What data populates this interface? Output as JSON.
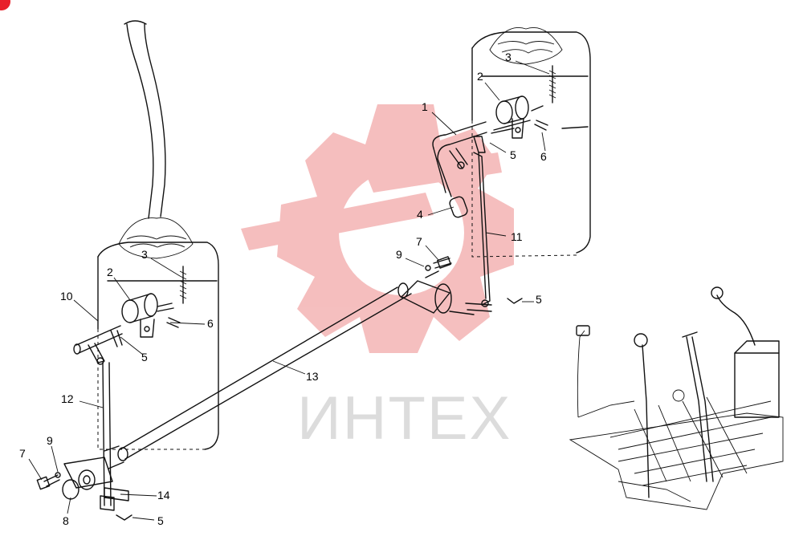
{
  "watermark": {
    "text": "ИНТЕХ",
    "gear_color": "#f4b8b8",
    "text_color": "#dcdcdc"
  },
  "corner_badge_color": "#e8202a",
  "callouts": [
    "1",
    "2",
    "3",
    "4",
    "5",
    "6",
    "7",
    "8",
    "9",
    "10",
    "11",
    "12",
    "13",
    "14"
  ],
  "labels": {
    "right_assembly": {
      "p1": "1",
      "p2": "2",
      "p3": "3",
      "p4": "4",
      "p5a": "5",
      "p6": "6",
      "p7": "7",
      "p9": "9",
      "p11": "11",
      "p5b": "5"
    },
    "left_assembly": {
      "p2": "2",
      "p3": "3",
      "p10": "10",
      "p6": "6",
      "p5a": "5",
      "p12": "12",
      "p13": "13",
      "p7": "7",
      "p9": "9",
      "p14": "14",
      "p8": "8",
      "p5b": "5"
    }
  }
}
